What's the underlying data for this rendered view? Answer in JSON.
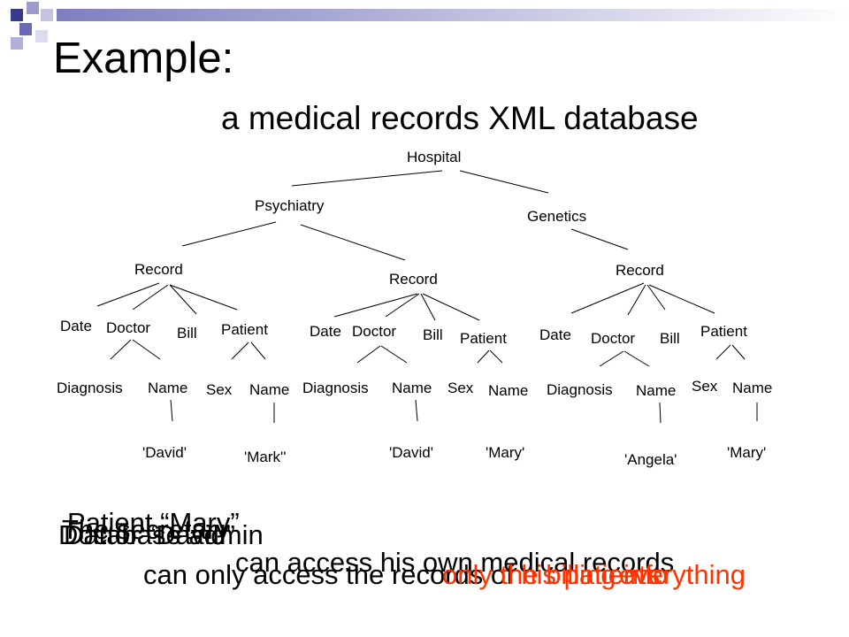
{
  "slide": {
    "title": "Example:",
    "subtitle": "a medical records XML database"
  },
  "tree": {
    "nodes": [
      {
        "id": "hospital",
        "label": "Hospital"
      },
      {
        "id": "psychiatry",
        "label": "Psychiatry"
      },
      {
        "id": "genetics",
        "label": "Genetics"
      },
      {
        "id": "record1",
        "label": "Record"
      },
      {
        "id": "record2",
        "label": "Record"
      },
      {
        "id": "record3",
        "label": "Record"
      },
      {
        "id": "date1",
        "label": "Date"
      },
      {
        "id": "doctor1",
        "label": "Doctor"
      },
      {
        "id": "bill1",
        "label": "Bill"
      },
      {
        "id": "patient1",
        "label": "Patient"
      },
      {
        "id": "diagnosis1",
        "label": "Diagnosis"
      },
      {
        "id": "dname1",
        "label": "Name"
      },
      {
        "id": "sex1",
        "label": "Sex"
      },
      {
        "id": "pname1",
        "label": "Name"
      },
      {
        "id": "val_david1",
        "label": "'David'"
      },
      {
        "id": "val_mark",
        "label": "'Mark''"
      },
      {
        "id": "date2",
        "label": "Date"
      },
      {
        "id": "doctor2",
        "label": "Doctor"
      },
      {
        "id": "bill2",
        "label": "Bill"
      },
      {
        "id": "patient2",
        "label": "Patient"
      },
      {
        "id": "diagnosis2",
        "label": "Diagnosis"
      },
      {
        "id": "dname2",
        "label": "Name"
      },
      {
        "id": "sex2",
        "label": "Sex"
      },
      {
        "id": "pname2",
        "label": "Name"
      },
      {
        "id": "val_david2",
        "label": "'David'"
      },
      {
        "id": "val_mary1",
        "label": "'Mary'"
      },
      {
        "id": "date3",
        "label": "Date"
      },
      {
        "id": "doctor3",
        "label": "Doctor"
      },
      {
        "id": "bill3",
        "label": "Bill"
      },
      {
        "id": "patient3",
        "label": "Patient"
      },
      {
        "id": "diagnosis3",
        "label": "Diagnosis"
      },
      {
        "id": "dname3",
        "label": "Name"
      },
      {
        "id": "sex3",
        "label": "Sex"
      },
      {
        "id": "pname3",
        "label": "Name"
      },
      {
        "id": "val_angela",
        "label": "'Angela'"
      },
      {
        "id": "val_mary2",
        "label": "'Mary'"
      }
    ],
    "edges": [
      [
        "hospital",
        "psychiatry"
      ],
      [
        "hospital",
        "genetics"
      ],
      [
        "psychiatry",
        "record1"
      ],
      [
        "psychiatry",
        "record2"
      ],
      [
        "genetics",
        "record3"
      ],
      [
        "record1",
        "date1"
      ],
      [
        "record1",
        "doctor1"
      ],
      [
        "record1",
        "bill1"
      ],
      [
        "record1",
        "patient1"
      ],
      [
        "doctor1",
        "diagnosis1"
      ],
      [
        "doctor1",
        "dname1"
      ],
      [
        "patient1",
        "sex1"
      ],
      [
        "patient1",
        "pname1"
      ],
      [
        "dname1",
        "val_david1"
      ],
      [
        "pname1",
        "val_mark"
      ],
      [
        "record2",
        "date2"
      ],
      [
        "record2",
        "doctor2"
      ],
      [
        "record2",
        "bill2"
      ],
      [
        "record2",
        "patient2"
      ],
      [
        "doctor2",
        "diagnosis2"
      ],
      [
        "doctor2",
        "dname2"
      ],
      [
        "patient2",
        "sex2"
      ],
      [
        "patient2",
        "pname2"
      ],
      [
        "dname2",
        "val_david2"
      ],
      [
        "pname2",
        "val_mary1"
      ],
      [
        "record3",
        "date3"
      ],
      [
        "record3",
        "doctor3"
      ],
      [
        "record3",
        "bill3"
      ],
      [
        "record3",
        "patient3"
      ],
      [
        "doctor3",
        "diagnosis3"
      ],
      [
        "doctor3",
        "dname3"
      ],
      [
        "patient3",
        "sex3"
      ],
      [
        "patient3",
        "pname3"
      ],
      [
        "dname3",
        "val_angela"
      ],
      [
        "pname3",
        "val_mary2"
      ]
    ]
  },
  "overlay": {
    "line1_a": "Patient “Mary”",
    "line1_b": "Doctor “David”",
    "line1_c": "The secretary",
    "line1_d": "Database admin",
    "line2_a": "can access his own medical records",
    "line2_b": "can only access the records of",
    "line2_c": "his patients",
    "line2_d": "only the billing info",
    "line2_e": "everything"
  },
  "colors": {
    "highlight": "#ff3300"
  }
}
